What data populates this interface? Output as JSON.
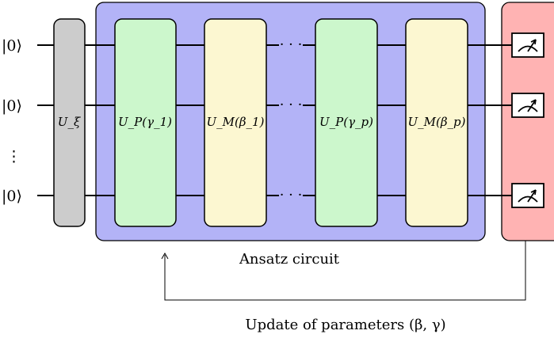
{
  "qubits": {
    "ket_label": "|0⟩",
    "ellipsis": "⋮"
  },
  "regions": {
    "ansatz": {
      "caption": "Ansatz circuit",
      "color": "#b3b3f7"
    },
    "measurement": {
      "color": "#ffb3b3"
    }
  },
  "gates": [
    {
      "label": "U_ξ",
      "color": "#cccccc"
    },
    {
      "label": "U_P(γ_1)",
      "color": "#ccf7cc"
    },
    {
      "label": "U_M(β_1)",
      "color": "#fcf7d1"
    },
    {
      "label": "U_P(γ_p)",
      "color": "#ccf7cc"
    },
    {
      "label": "U_M(β_p)",
      "color": "#fcf7d1"
    }
  ],
  "wire_ellipsis": "· · ·",
  "meters": [
    {
      "icon": "measurement-meter-icon"
    },
    {
      "icon": "measurement-meter-icon"
    },
    {
      "icon": "measurement-meter-icon"
    }
  ],
  "feedback": {
    "caption": "Update of parameters (β, γ)"
  }
}
